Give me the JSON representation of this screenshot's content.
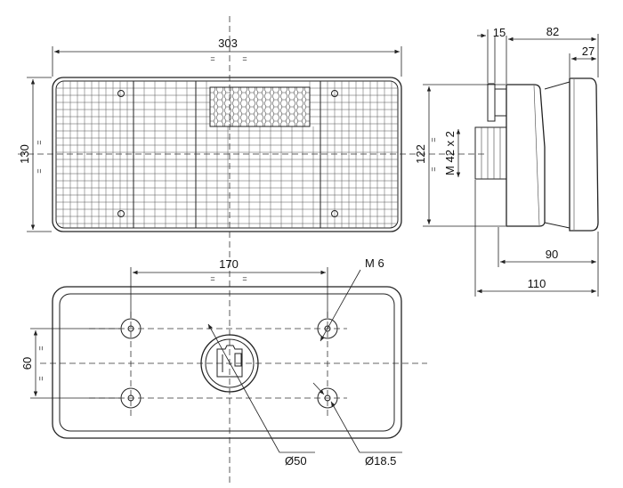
{
  "dimensions": {
    "overall_width": "303",
    "front_height": "130",
    "side_height": "122",
    "thread": "M 42 x 2",
    "side_15": "15",
    "side_82": "82",
    "side_27": "27",
    "side_90": "90",
    "side_110": "110",
    "hole_spacing": "170",
    "mount_height": "60",
    "bolt": "M 6",
    "connector_dia": "Ø50",
    "hole_dia": "Ø18.5",
    "equal_mark": "="
  }
}
